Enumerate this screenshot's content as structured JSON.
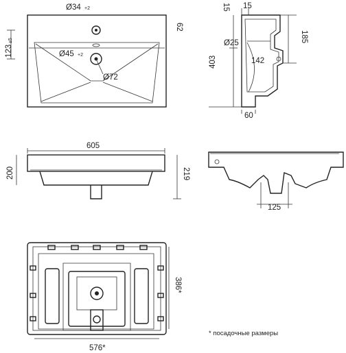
{
  "top_view": {
    "dim_tap_hole": "Ø34",
    "dim_tap_hole_tol": "+2",
    "dim_back_edge": "62",
    "dim_drain_pos": "123",
    "dim_drain_pos_tol": "±5",
    "dim_overflow": "Ø45",
    "dim_overflow_tol": "+2",
    "dim_drain_bowl": "Ø72"
  },
  "side_section": {
    "dim_top_left": "15",
    "dim_top_right": "15",
    "dim_drain": "Ø25",
    "dim_total_height": "403",
    "dim_upper_height": "185",
    "dim_radius": "142",
    "dim_bottom": "60"
  },
  "front_view": {
    "dim_width": "605",
    "dim_height_left": "200",
    "dim_height_right": "219"
  },
  "side_view": {
    "dim_mount": "125"
  },
  "bottom_view": {
    "dim_height": "386*",
    "dim_width": "576*",
    "footnote": "* посадочные размеры"
  }
}
